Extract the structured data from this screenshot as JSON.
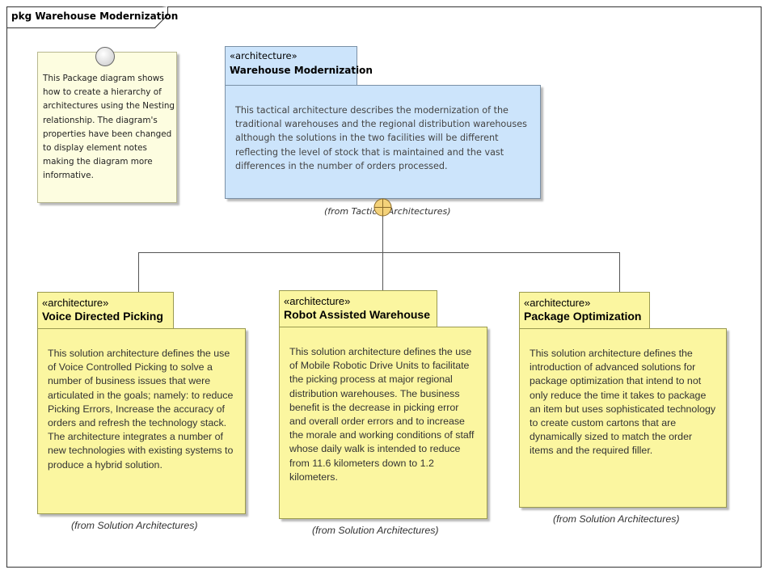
{
  "frame": {
    "label": "pkg Warehouse Modernization"
  },
  "note": {
    "text": "This Package diagram shows how to create a hierarchy of architectures using the Nesting relationship. The diagram's properties have been changed to display element notes making the diagram more informative."
  },
  "packages": {
    "main": {
      "stereotype": "«architecture»",
      "name": "Warehouse Modernization",
      "notes": "This tactical architecture describes the modernization of the traditional warehouses and the regional distribution warehouses although the solutions in the two facilities will be different reflecting the level of stock that is maintained and the vast differences in the number of orders processed.",
      "from": "(from Tactical Architectures)"
    },
    "voice": {
      "stereotype": "«architecture»",
      "name": "Voice Directed Picking",
      "notes": "This solution architecture defines the use of Voice Controlled Picking to solve a number of business issues that were articulated in the goals; namely: to reduce Picking Errors, Increase the accuracy of orders and refresh the technology stack. The architecture integrates a number of new technologies with existing systems to produce a hybrid solution.",
      "from": "(from Solution Architectures)"
    },
    "robot": {
      "stereotype": "«architecture»",
      "name": "Robot Assisted Warehouse",
      "notes": "This solution architecture defines the use of Mobile Robotic Drive Units to facilitate the picking process at major regional distribution warehouses.  The business benefit is the decrease in picking error and overall order errors and to increase the morale and working conditions of staff whose daily walk is intended to reduce from 11.6 kilometers down to 1.2 kilometers.",
      "from": "(from Solution Architectures)"
    },
    "package": {
      "stereotype": "«architecture»",
      "name": "Package Optimization",
      "notes": "This solution architecture defines the introduction of advanced solutions for package optimization that intend to not only reduce the time it takes to package an item but uses sophisticated technology to create custom cartons that are dynamically sized to match the order items and the required filler.",
      "from": "(from Solution Architectures)"
    }
  },
  "colors": {
    "main_fill": "#cce4fb",
    "solution_fill": "#fbf6a0",
    "note_fill": "#fdfde0"
  }
}
